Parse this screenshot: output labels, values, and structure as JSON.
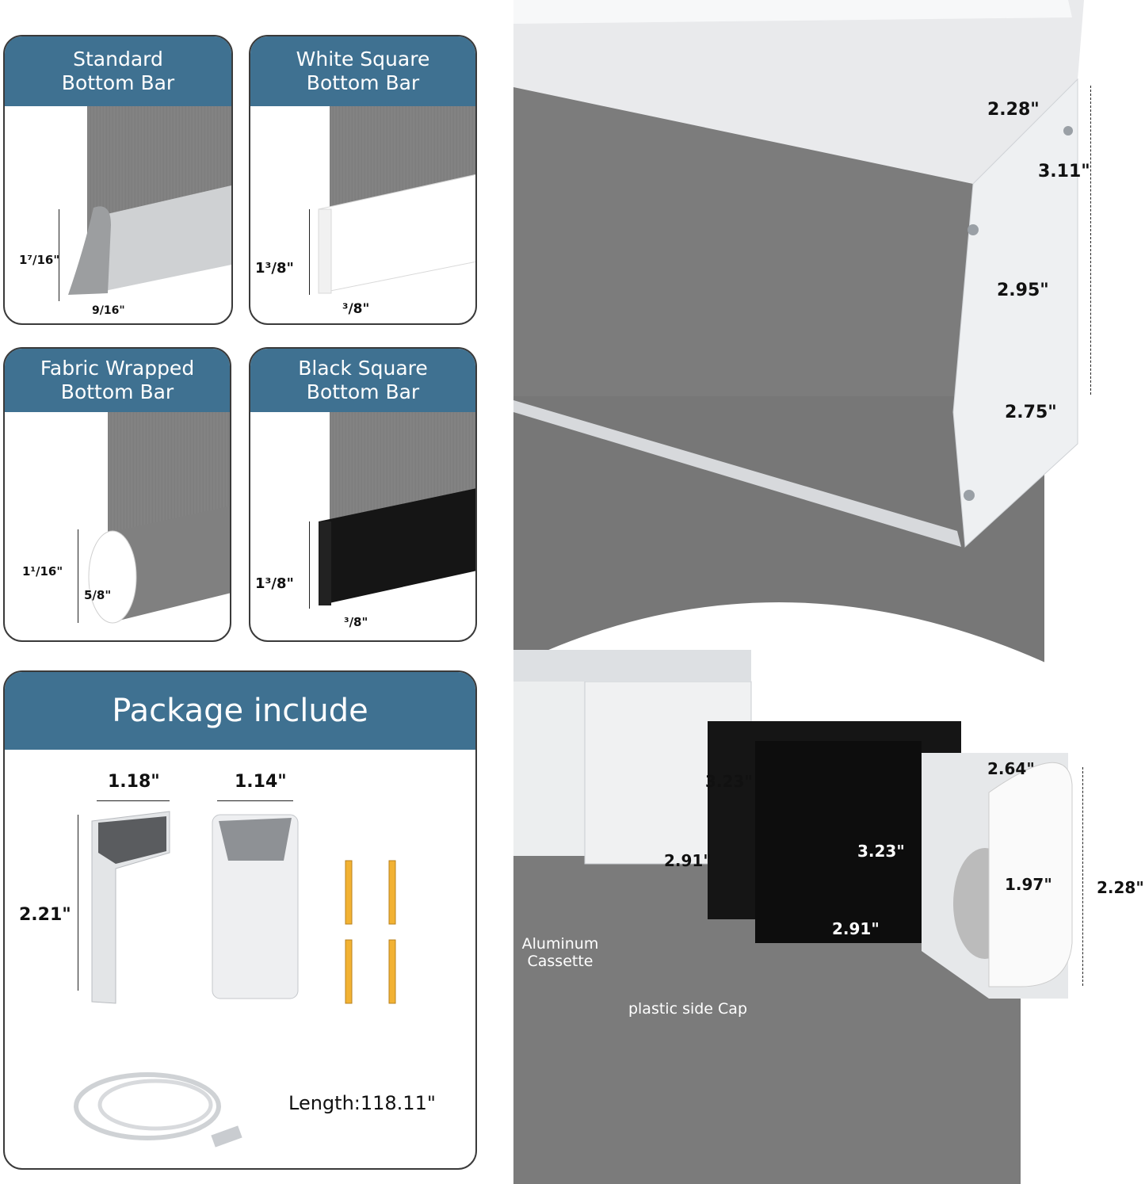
{
  "cards": [
    {
      "title_line1": "Standard",
      "title_line2": "Bottom Bar",
      "height_label": "1⁷/16\"",
      "depth_label": "9/16\""
    },
    {
      "title_line1": "White Square",
      "title_line2": "Bottom Bar",
      "height_label": "1³/8\"",
      "depth_label": "³/8\""
    },
    {
      "title_line1": "Fabric Wrapped",
      "title_line2": "Bottom Bar",
      "height_label": "1¹/16\"",
      "depth_label": "5/8\""
    },
    {
      "title_line1": "Black Square",
      "title_line2": "Bottom Bar",
      "height_label": "1³/8\"",
      "depth_label": "³/8\""
    }
  ],
  "package": {
    "title": "Package include",
    "bracket1_width": "1.18\"",
    "bracket1_height": "2.21\"",
    "bracket2_width": "1.14\"",
    "cable_length": "Length:118.11\""
  },
  "top_cassette": {
    "dim_top": "2.28\"",
    "dim_right": "3.11\"",
    "dim_mid": "2.95\"",
    "dim_bottom": "2.75\""
  },
  "bottom_cassette": {
    "white_height": "3.23\"",
    "white_width": "2.91\"",
    "black_height": "3.23\"",
    "black_width": "2.91\"",
    "cap_top": "2.64\"",
    "cap_inner": "1.97\"",
    "cap_height": "2.28\"",
    "label_aluminum": "Aluminum Cassette",
    "label_plastic": "plastic side Cap"
  },
  "colors": {
    "header": "#3f7191",
    "fabric": "#7f7f7f"
  }
}
